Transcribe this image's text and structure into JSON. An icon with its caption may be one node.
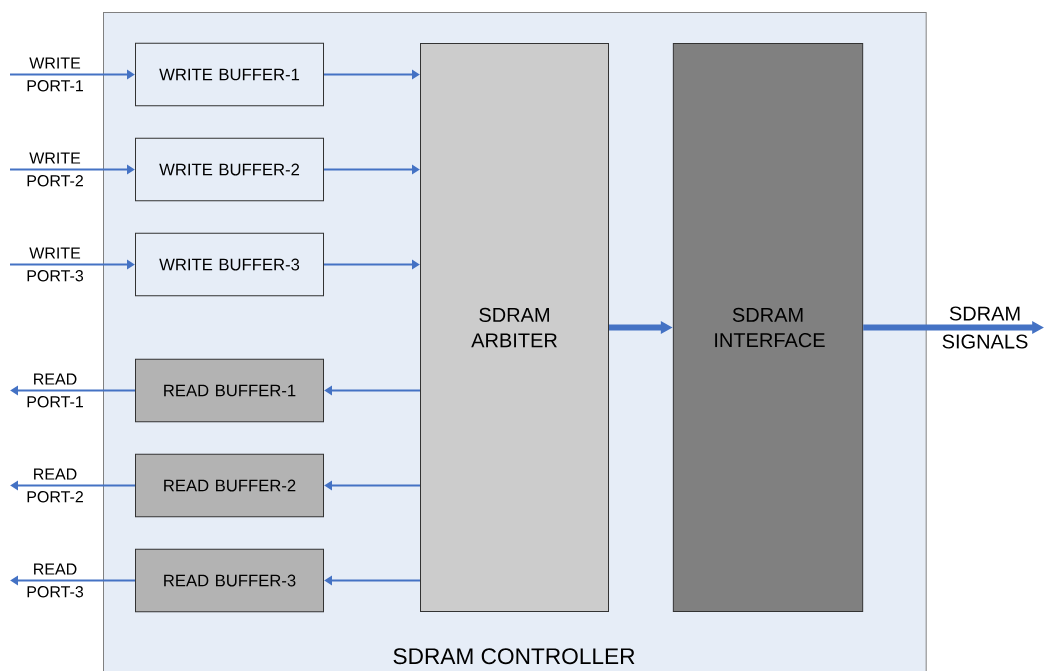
{
  "diagram": {
    "nodes": [
      {
        "text": [
          "SDRAM CONTROLLER"
        ]
      },
      {
        "text": [
          "WRITE BUFFER-1"
        ],
        "in": 0
      },
      {
        "text": [
          "WRITE BUFFER-2"
        ],
        "in": 0
      },
      {
        "text": [
          "WRITE BUFFER-3"
        ],
        "in": 0
      },
      {
        "text": [
          "READ BUFFER-1"
        ],
        "in": 0
      },
      {
        "text": [
          "READ BUFFER-2"
        ],
        "in": 0
      },
      {
        "text": [
          "READ BUFFER-3"
        ],
        "in": 0
      },
      {
        "text": [
          "SDRAM ARBITER"
        ],
        "in": 0
      },
      {
        "text": [
          "SDRAM INTERFACE"
        ],
        "in": 0
      }
    ],
    "edges": [
      {
        "from": null,
        "to": 1,
        "arrow": "to",
        "label": "WRITE PORT-1"
      },
      {
        "from": null,
        "to": 2,
        "arrow": "to",
        "label": "WRITE PORT-2"
      },
      {
        "from": null,
        "to": 3,
        "arrow": "to",
        "label": "WRITE PORT-3"
      },
      {
        "from": 1,
        "to": 7,
        "arrow": "to"
      },
      {
        "from": 2,
        "to": 7,
        "arrow": "to"
      },
      {
        "from": 3,
        "to": 7,
        "arrow": "to"
      },
      {
        "from": 7,
        "to": 4,
        "arrow": "to"
      },
      {
        "from": 7,
        "to": 5,
        "arrow": "to"
      },
      {
        "from": 7,
        "to": 6,
        "arrow": "to"
      },
      {
        "from": 4,
        "to": null,
        "arrow": "to",
        "label": "READ PORT-1"
      },
      {
        "from": 5,
        "to": null,
        "arrow": "to",
        "label": "READ PORT-2"
      },
      {
        "from": 6,
        "to": null,
        "arrow": "to",
        "label": "READ PORT-3"
      },
      {
        "from": 7,
        "to": 8,
        "arrow": "to",
        "style": "thick"
      },
      {
        "from": 8,
        "to": null,
        "arrow": "to",
        "style": "thick",
        "label": "SDRAM SIGNALS"
      }
    ]
  }
}
